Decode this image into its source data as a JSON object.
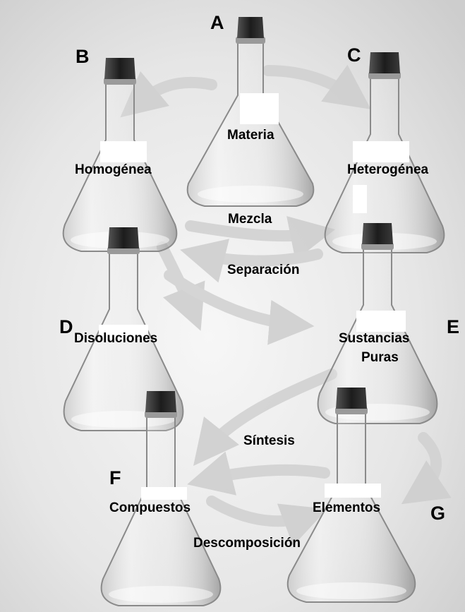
{
  "letters": {
    "a": "A",
    "b": "B",
    "c": "C",
    "d": "D",
    "e": "E",
    "f": "F",
    "g": "G"
  },
  "nodes": {
    "materia": "Materia",
    "homogenea": "Homogénea",
    "heterogenea": "Heterogénea",
    "disoluciones": "Disoluciones",
    "sustancias_1": "Sustancias",
    "sustancias_2": "Puras",
    "compuestos": "Compuestos",
    "elementos": "Elementos"
  },
  "processes": {
    "mezcla": "Mezcla",
    "separacion": "Separación",
    "sintesis": "Síntesis",
    "descomposicion": "Descomposición"
  },
  "colors": {
    "background": "#ffffff",
    "glass_outline": "#8a8a8a",
    "stopper": "#2a2a2a",
    "arrow": "#cfcfcf",
    "text": "#000000"
  }
}
